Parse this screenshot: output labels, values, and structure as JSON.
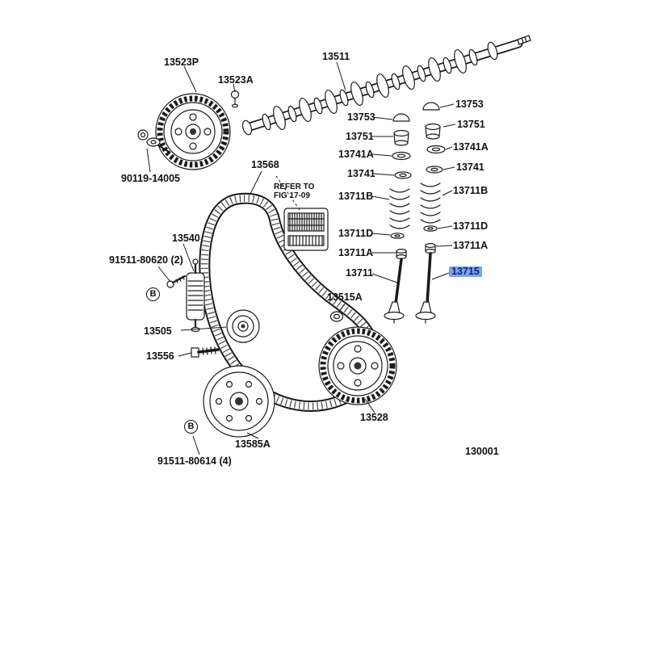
{
  "figure": {
    "number": "130001"
  },
  "note": {
    "line1": "REFER TO",
    "line2": "FIG 17-09"
  },
  "marker": {
    "b": "B"
  },
  "colors": {
    "highlight_bg": "#7ea6e0",
    "highlight_text": "#101e96"
  },
  "labels": {
    "p13523P": "13523P",
    "p13523A": "13523A",
    "p13511": "13511",
    "p13753_left": "13753",
    "p13753_right": "13753",
    "p13751_left": "13751",
    "p13751_right": "13751",
    "p13741A_left": "13741A",
    "p13741A_right": "13741A",
    "p13741_left": "13741",
    "p13741_right": "13741",
    "p13711B_left": "13711B",
    "p13711B_right": "13711B",
    "p13711D_left": "13711D",
    "p13711D_right": "13711D",
    "p13711A_left": "13711A",
    "p13711A_right": "13711A",
    "p13711": "13711",
    "p13715": "13715",
    "p13568": "13568",
    "p13540": "13540",
    "p91511_80620": "91511-80620 (2)",
    "p13505": "13505",
    "p13556": "13556",
    "p13515A": "13515A",
    "p13528": "13528",
    "p13585A": "13585A",
    "p91511_80614": "91511-80614 (4)",
    "p90119_14005": "90119-14005"
  }
}
